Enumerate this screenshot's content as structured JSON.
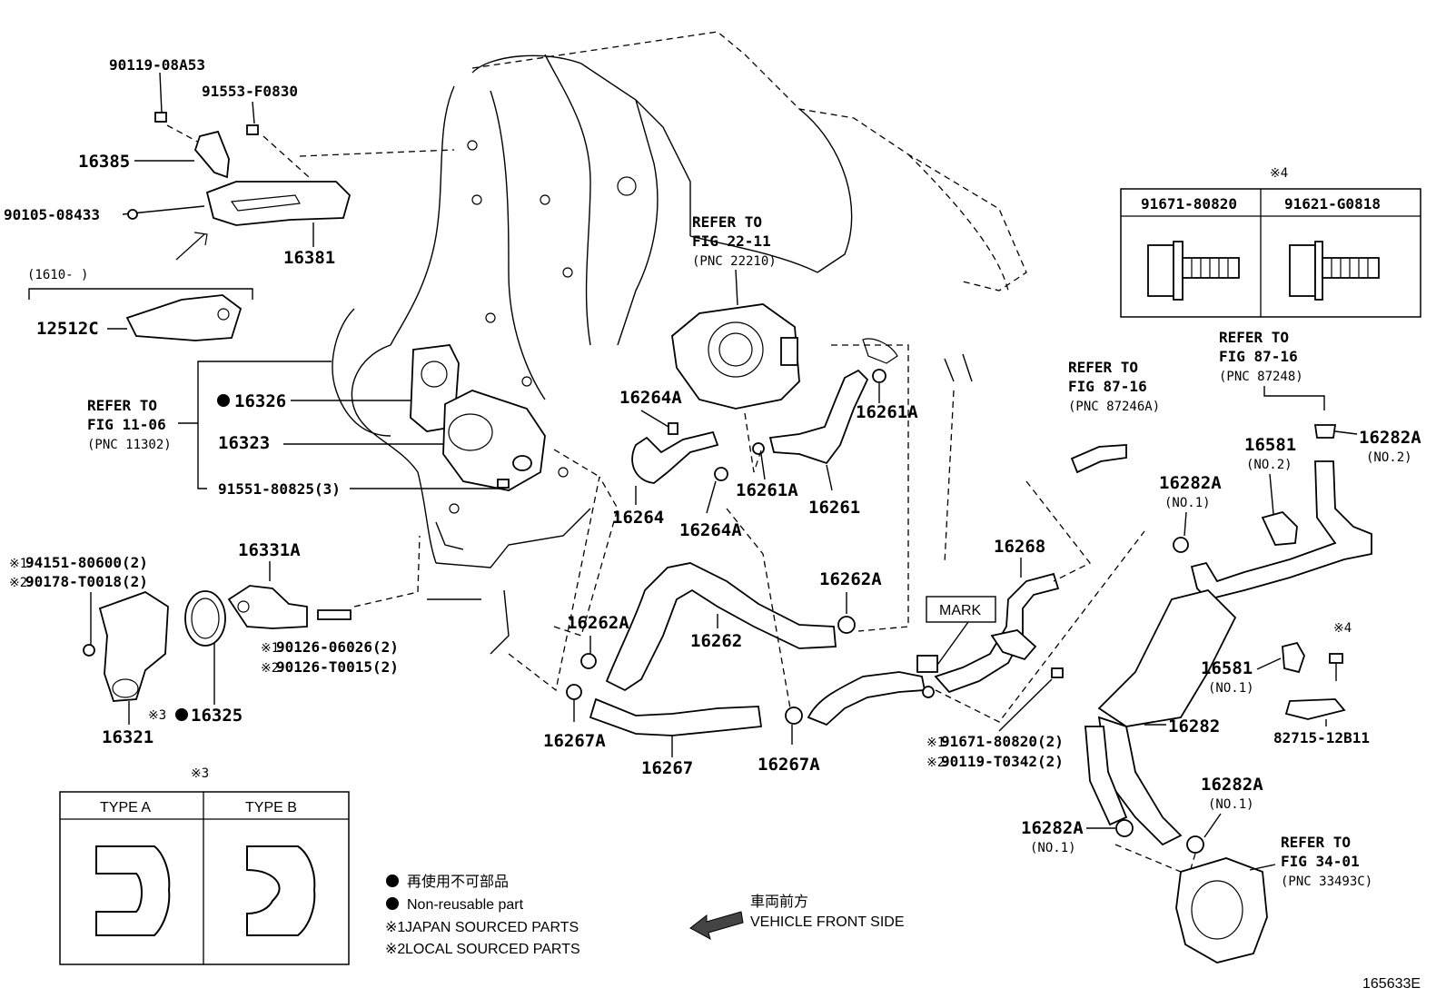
{
  "diagram_id": "165633E",
  "callouts": {
    "p9011908A53": "90119-08A53",
    "p91553F0830": "91553-F0830",
    "p16385": "16385",
    "p9010508433": "90105-08433",
    "p16381": "16381",
    "p1610": "(1610-     )",
    "p12512C": "12512C",
    "p16326": "16326",
    "p16323": "16323",
    "p9155180825": "91551-80825(3)",
    "p16331A": "16331A",
    "p16321": "16321",
    "p16325": "16325",
    "p94151": "94151-80600(2)",
    "p90178": "90178-T0018(2)",
    "p90126a": "90126-06026(2)",
    "p90126b": "90126-T0015(2)",
    "p16264A_1": "16264A",
    "p16264": "16264",
    "p16264A_2": "16264A",
    "p16261A_1": "16261A",
    "p16261A_2": "16261A",
    "p16261": "16261",
    "p16262A_1": "16262A",
    "p16262A_2": "16262A",
    "p16262": "16262",
    "p16267A_1": "16267A",
    "p16267A_2": "16267A",
    "p16267": "16267",
    "p16268": "16268",
    "mark": "MARK",
    "p91671": "91671-80820(2)",
    "p90119T": "90119-T0342(2)",
    "p16282A_1": "16282A",
    "p16282A_1n": "(NO.1)",
    "p16581_1": "16581",
    "p16581_1n": "(NO.2)",
    "p16282A_2": "16282A",
    "p16282A_2n": "(NO.2)",
    "p16581_2": "16581",
    "p16581_2n": "(NO.1)",
    "p8271512B11": "82715-12B11",
    "p16282": "16282",
    "p16282A_3": "16282A",
    "p16282A_3n": "(NO.1)",
    "p16282A_4": "16282A",
    "p16282A_4n": "(NO.1)",
    "note4": "※4",
    "note4b": "※4",
    "n1": "※1",
    "n2": "※2",
    "n1b": "※1",
    "n2b": "※2",
    "n1c": "※1",
    "n2c": "※2",
    "n3": "※3",
    "n3b": "※3"
  },
  "refers": {
    "r1_l1": "REFER TO",
    "r1_l2": "FIG 11-06",
    "r1_l3": "(PNC 11302)",
    "r2_l1": "REFER TO",
    "r2_l2": "FIG 22-11",
    "r2_l3": "(PNC 22210)",
    "r3_l1": "REFER TO",
    "r3_l2": "FIG 87-16",
    "r3_l3": "(PNC 87246A)",
    "r4_l1": "REFER TO",
    "r4_l2": "FIG 87-16",
    "r4_l3": "(PNC 87248)",
    "r5_l1": "REFER TO",
    "r5_l2": "FIG 34-01",
    "r5_l3": "(PNC 33493C)"
  },
  "bolt_table": {
    "col1": "91671-80820",
    "col2": "91621-G0818"
  },
  "type_table": {
    "col1": "TYPE  A",
    "col2": "TYPE  B"
  },
  "legend": {
    "l1": "再使用不可部品",
    "l2": "Non-reusable part",
    "l3": "JAPAN SOURCED PARTS",
    "l4": "LOCAL SOURCED PARTS"
  },
  "direction": {
    "jp": "車両前方",
    "en": "VEHICLE FRONT SIDE"
  }
}
